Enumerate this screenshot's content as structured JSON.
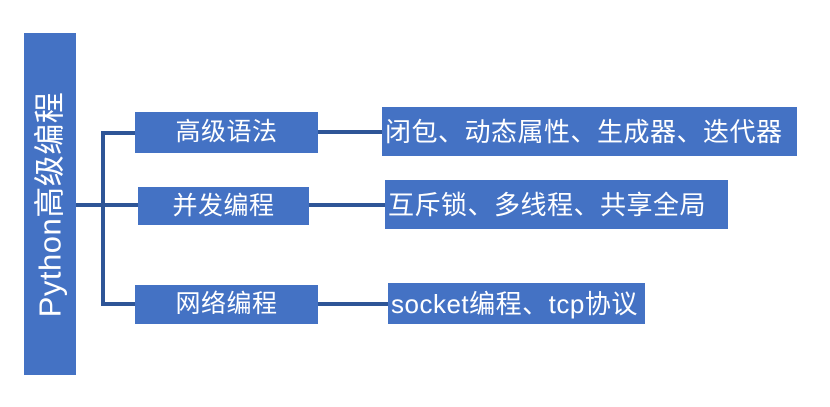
{
  "diagram": {
    "type": "mindmap-tree",
    "orientation": "left-to-right",
    "colors": {
      "node_fill": "#4472C4",
      "node_text": "#FFFFFF",
      "connector": "#2E5597",
      "background": "#FFFFFF"
    },
    "root": {
      "label": "Python高级编程",
      "text_orientation": "vertical-rotated-90ccw"
    },
    "branches": [
      {
        "category": "高级语法",
        "detail": "闭包、动态属性、生成器、迭代器"
      },
      {
        "category": "并发编程",
        "detail": "互斥锁、多线程、共享全局"
      },
      {
        "category": "网络编程",
        "detail": "socket编程、tcp协议"
      }
    ]
  }
}
